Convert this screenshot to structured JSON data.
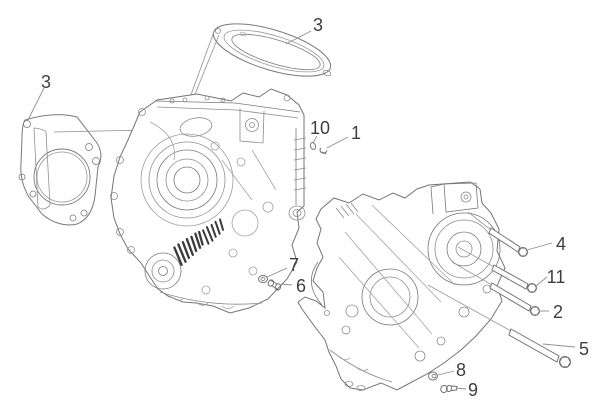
{
  "figure": {
    "description": "Exploded line-art parts diagram of an engine crankcase assembly with numbered callouts",
    "background_color": "#ffffff",
    "line_color": "#757575",
    "detail_line_color": "#a3a3a3",
    "spring_color": "#3a3a3a",
    "label_color": "#3f3f3f",
    "callouts": [
      {
        "label": "3",
        "target": "cylinder-head-gasket"
      },
      {
        "label": "3",
        "target": "cylinder-base-gasket"
      },
      {
        "label": "10",
        "target": "small-dowel"
      },
      {
        "label": "1",
        "target": "small-clip"
      },
      {
        "label": "4",
        "target": "bolt-upper"
      },
      {
        "label": "11",
        "target": "bolt-middle"
      },
      {
        "label": "2",
        "target": "bolt-lower"
      },
      {
        "label": "5",
        "target": "bolt-long"
      },
      {
        "label": "7",
        "target": "sealing-ring"
      },
      {
        "label": "6",
        "target": "dowel-pin"
      },
      {
        "label": "8",
        "target": "plug-washer"
      },
      {
        "label": "9",
        "target": "screw"
      }
    ]
  }
}
